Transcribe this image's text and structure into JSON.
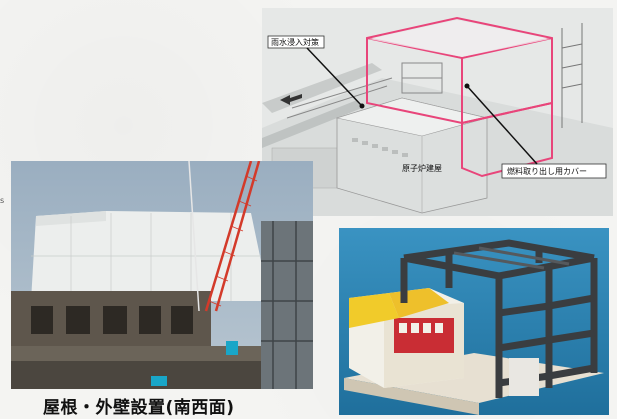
{
  "render": {
    "label_rain": "雨水浸入対策",
    "label_reactor": "原子炉建屋",
    "label_cover": "燃料取り出し用カバー"
  },
  "photo": {
    "caption": "屋根・外壁設置(南西面)"
  },
  "colors": {
    "cover_outline": "#e8457a",
    "model_bg": "#2f86b4",
    "model_frame": "#3a3d40",
    "sky": "#8ea3b6",
    "crane": "#d33a2a"
  },
  "page_mark": "s"
}
